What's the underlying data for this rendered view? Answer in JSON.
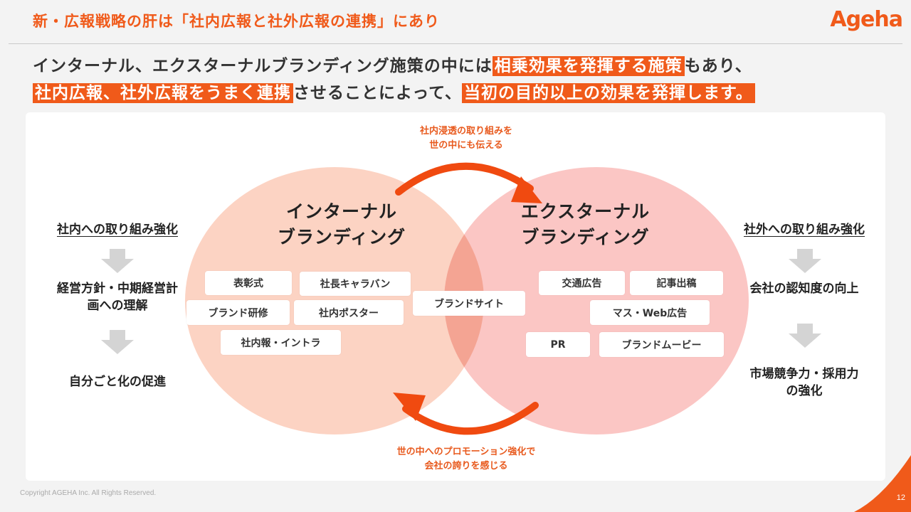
{
  "header": {
    "title": "新・広報戦略の肝は「社内広報と社外広報の連携」にあり",
    "logo": "Ageha"
  },
  "lead": {
    "line1_a": "インターナル、エクスターナルブランディング施策の中には",
    "line1_hl": "相乗効果を発揮する施策",
    "line1_b": "もあり、",
    "line2_hl1": "社内広報、社外広報をうまく連携",
    "line2_b": "させることによって、",
    "line2_hl2": "当初の目的以上の効果を発揮します。"
  },
  "diagram": {
    "top_caption": [
      "社内浸透の取り組みを",
      "世の中にも伝える"
    ],
    "bottom_caption": [
      "世の中へのプロモーション強化で",
      "会社の誇りを感じる"
    ],
    "internal_title": [
      "インターナル",
      "ブランディング"
    ],
    "external_title": [
      "エクスターナル",
      "ブランディング"
    ],
    "internal_tags": [
      "表彰式",
      "社長キャラバン",
      "ブランド研修",
      "社内ポスター",
      "社内報・イントラ"
    ],
    "center_tag": "ブランドサイト",
    "external_tags": [
      "交通広告",
      "記事出稿",
      "マス・Web広告",
      "PR",
      "ブランドムービー"
    ],
    "left": {
      "heading": "社内への取り組み強化",
      "step1": [
        "経営方針・中期経営計",
        "画への理解"
      ],
      "step2": "自分ごと化の促進"
    },
    "right": {
      "heading": "社外への取り組み強化",
      "step1": "会社の認知度の向上",
      "step2": [
        "市場競争力・採用力",
        "の強化"
      ]
    }
  },
  "footer": {
    "copyright": "Copyright AGEHA Inc. All Rights Reserved.",
    "page": "12"
  },
  "colors": {
    "accent": "#f05a1a",
    "internal_circle": "#fcd3c3",
    "external_circle": "#fbc4c4",
    "overlap": "#f5a898"
  }
}
